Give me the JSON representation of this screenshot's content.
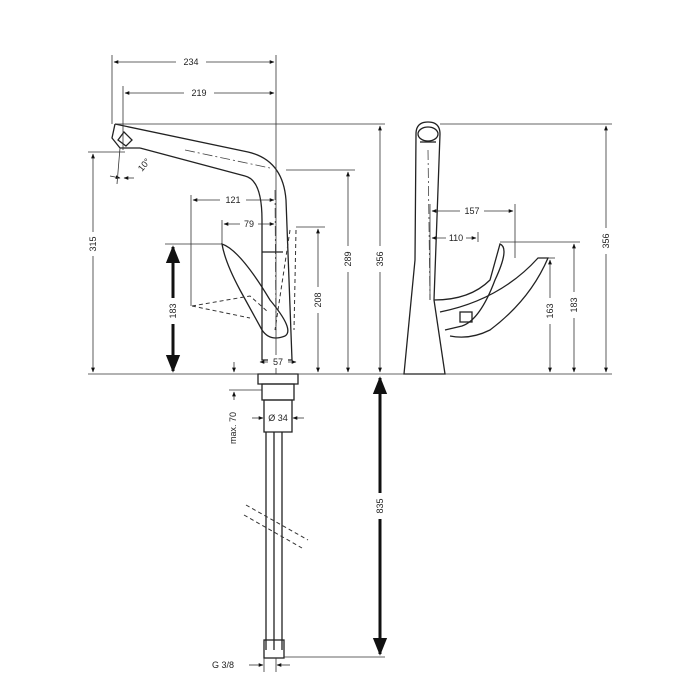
{
  "drawing": {
    "front_view": {
      "dim_overall_reach": "234",
      "dim_spout_reach": "219",
      "dim_spout_angle": "10°",
      "dim_spout_clearance": "315",
      "dim_lever_reach_open": "121",
      "dim_lever_reach": "79",
      "dim_lever_travel": "183",
      "dim_lever_height": "208",
      "dim_spout_base_height": "289",
      "dim_total_height": "356",
      "dim_base_diameter": "57",
      "dim_max_deck": "max. 70",
      "dim_shank_diameter": "Ø 34",
      "dim_hose_length": "835",
      "dim_connection": "G 3/8"
    },
    "side_view": {
      "dim_lever_reach_open": "157",
      "dim_lever_reach": "110",
      "dim_lever_height": "163",
      "dim_lever_travel": "183",
      "dim_total_height": "356"
    }
  }
}
